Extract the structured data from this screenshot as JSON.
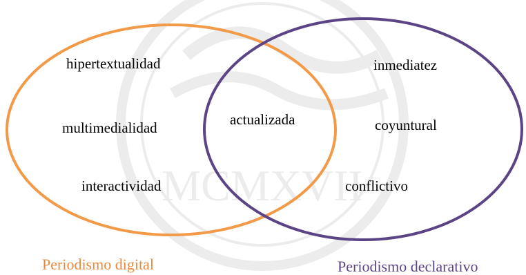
{
  "colors": {
    "left_circle": "#F29A48",
    "right_circle": "#5B4485",
    "left_caption": "#E8893A",
    "right_caption": "#5B4485",
    "text": "#000000"
  },
  "left_set": {
    "caption": "Periodismo digital",
    "items": [
      "hipertextualidad",
      "multimedialidad",
      "interactividad"
    ]
  },
  "right_set": {
    "caption": "Periodismo declarativo",
    "items": [
      "inmediatez",
      "coyuntural",
      "conflictivo"
    ]
  },
  "intersection": {
    "items": [
      "actualizada"
    ]
  },
  "watermark": {
    "text": "MCMXVII",
    "icon": "seal-watermark"
  }
}
